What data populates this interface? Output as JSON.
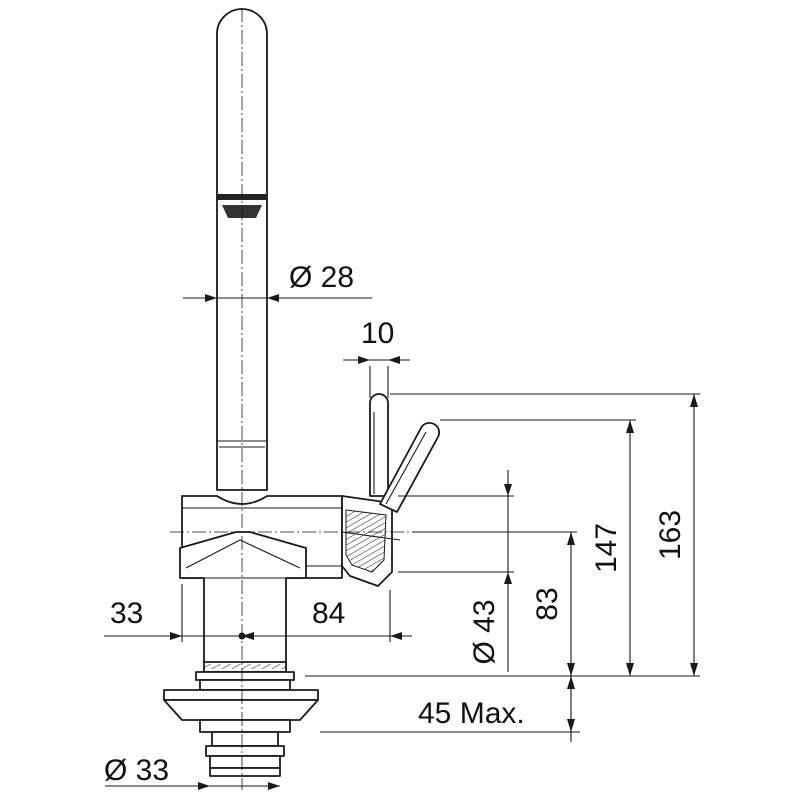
{
  "dimensions": {
    "spout_diameter": "Ø 28",
    "handle_width": "10",
    "total_height": "163",
    "lever_height": "147",
    "body_axis_height": "83",
    "body_diameter": "Ø 43",
    "spout_offset": "33",
    "body_projection": "84",
    "counter_thickness": "45 Max.",
    "shank_diameter": "Ø 33"
  },
  "colors": {
    "line": "#1a1a1a",
    "background": "#ffffff"
  }
}
